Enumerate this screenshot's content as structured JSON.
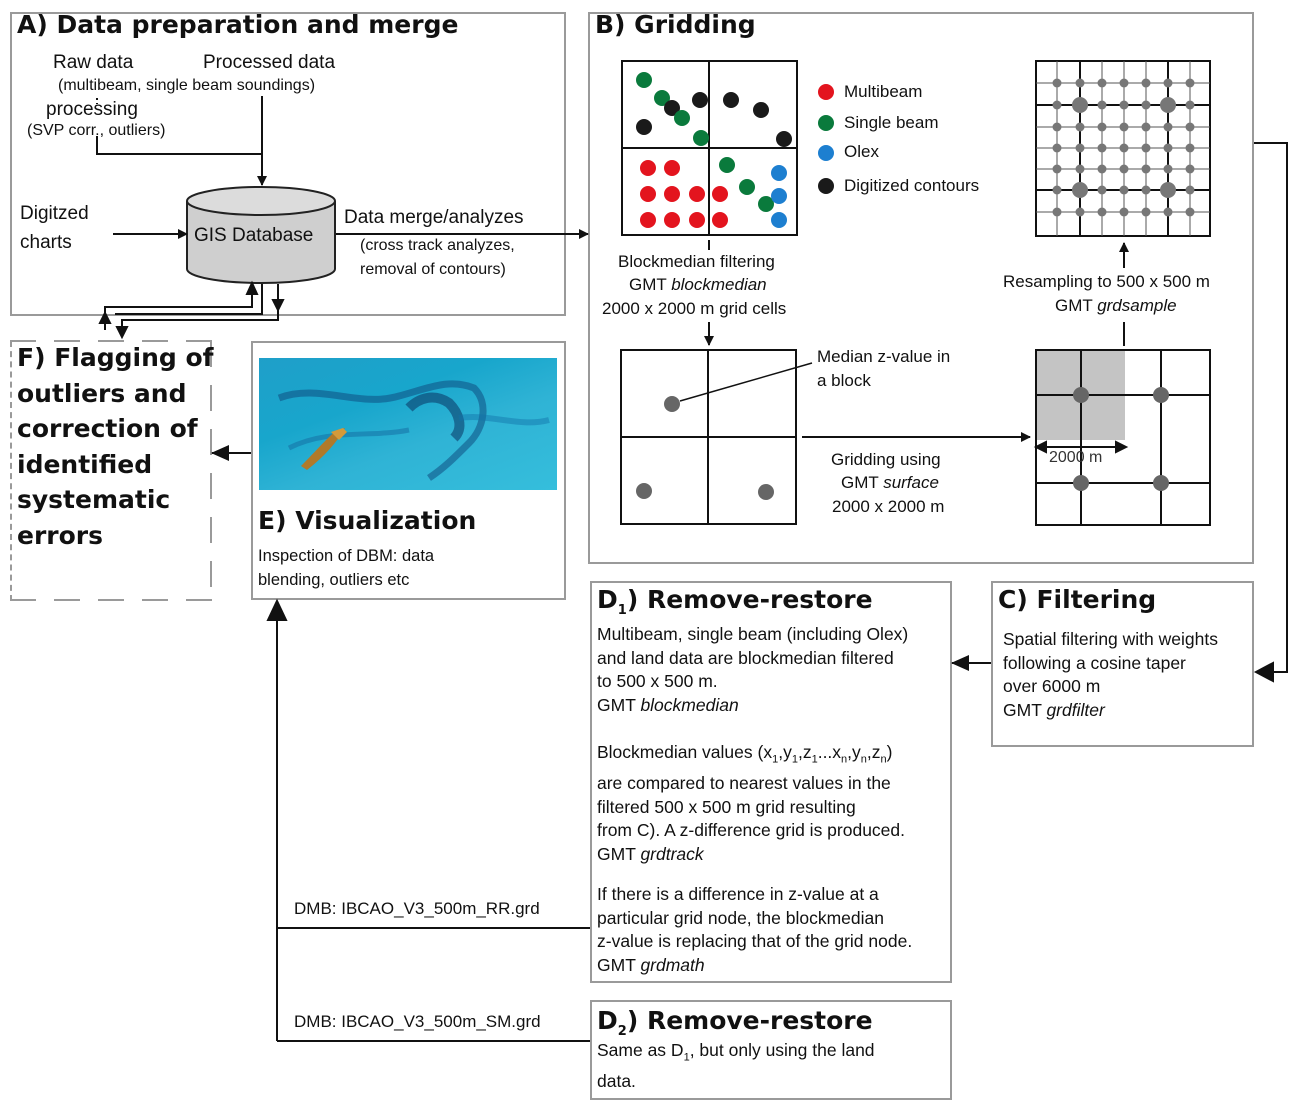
{
  "panel_a": {
    "title": "A) Data preparation and merge",
    "raw_data": "Raw data",
    "processed_data": "Processed data",
    "raw_data_note": "(multibeam, single beam soundings)",
    "processing": "processing",
    "processing_note": "(SVP corr., outliers)",
    "digitized_line1": "Digitzed",
    "digitized_line2": "charts",
    "database": "GIS Database",
    "merge_title": "Data merge/analyzes",
    "merge_note1": "(cross track analyzes,",
    "merge_note2": "removal of contours)"
  },
  "panel_b": {
    "title": "B) Gridding",
    "legend": [
      {
        "label": "Multibeam",
        "color": "#e3141e"
      },
      {
        "label": "Single beam",
        "color": "#0a7a3c"
      },
      {
        "label": "Olex",
        "color": "#1d7fd0"
      },
      {
        "label": "Digitized contours",
        "color": "#1a1a1a"
      }
    ],
    "blockmedian_line1": "Blockmedian filtering",
    "blockmedian_line2_prefix": "GMT ",
    "blockmedian_line2_cmd": "blockmedian",
    "blockmedian_line3": "2000 x 2000 m grid cells",
    "median_line1": "Median z-value in",
    "median_line2": "a block",
    "gridding_line1": "Gridding using",
    "gridding_line2_prefix": "GMT ",
    "gridding_line2_cmd": "surface",
    "gridding_line3": "2000 x 2000 m",
    "resampling_line1": "Resampling to 500 x 500 m",
    "resampling_line2_prefix": "GMT ",
    "resampling_line2_cmd": "grdsample",
    "scale_label": "2000 m"
  },
  "panel_c": {
    "title": "C) Filtering",
    "line1": "Spatial filtering with weights",
    "line2": "following a cosine taper",
    "line3": "over 6000 m",
    "line4_prefix": "GMT ",
    "line4_cmd": "grdfilter"
  },
  "panel_d1": {
    "title_prefix": "D",
    "title_sub": "1",
    "title_suffix": ") Remove-restore",
    "p1_line1": "Multibeam, single beam (including Olex)",
    "p1_line2": "and land data are blockmedian filtered",
    "p1_line3": "to 500 x 500 m.",
    "p1_line4_prefix": "GMT ",
    "p1_line4_cmd": "blockmedian",
    "p2_line2": "are compared to nearest values in the",
    "p2_line3": "filtered 500 x 500 m grid resulting",
    "p2_line4": "from C). A z-difference grid is produced.",
    "p2_line5_prefix": "GMT ",
    "p2_line5_cmd": "grdtrack",
    "p3_line1": "If there is a difference in z-value at a",
    "p3_line2": "particular grid node, the blockmedian",
    "p3_line3": "z-value is replacing that of the grid node.",
    "p3_line4_prefix": "GMT ",
    "p3_line4_cmd": "grdmath"
  },
  "panel_d2": {
    "title_prefix": "D",
    "title_sub": "2",
    "title_suffix": ") Remove-restore",
    "line1_prefix": "Same as D",
    "line1_sub": "1",
    "line1_suffix": ", but only using the land",
    "line2": "data."
  },
  "panel_e": {
    "title": "E) Visualization",
    "line1": "Inspection of DBM: data",
    "line2": "blending, outliers etc"
  },
  "panel_f": {
    "line1": "F) Flagging of",
    "line2": "outliers and",
    "line3": "correction of",
    "line4": "identified",
    "line5": "systematic",
    "line6": "errors"
  },
  "outputs": {
    "rr": "DMB: IBCAO_V3_500m_RR.grd",
    "sm": "DMB: IBCAO_V3_500m_SM.grd"
  }
}
